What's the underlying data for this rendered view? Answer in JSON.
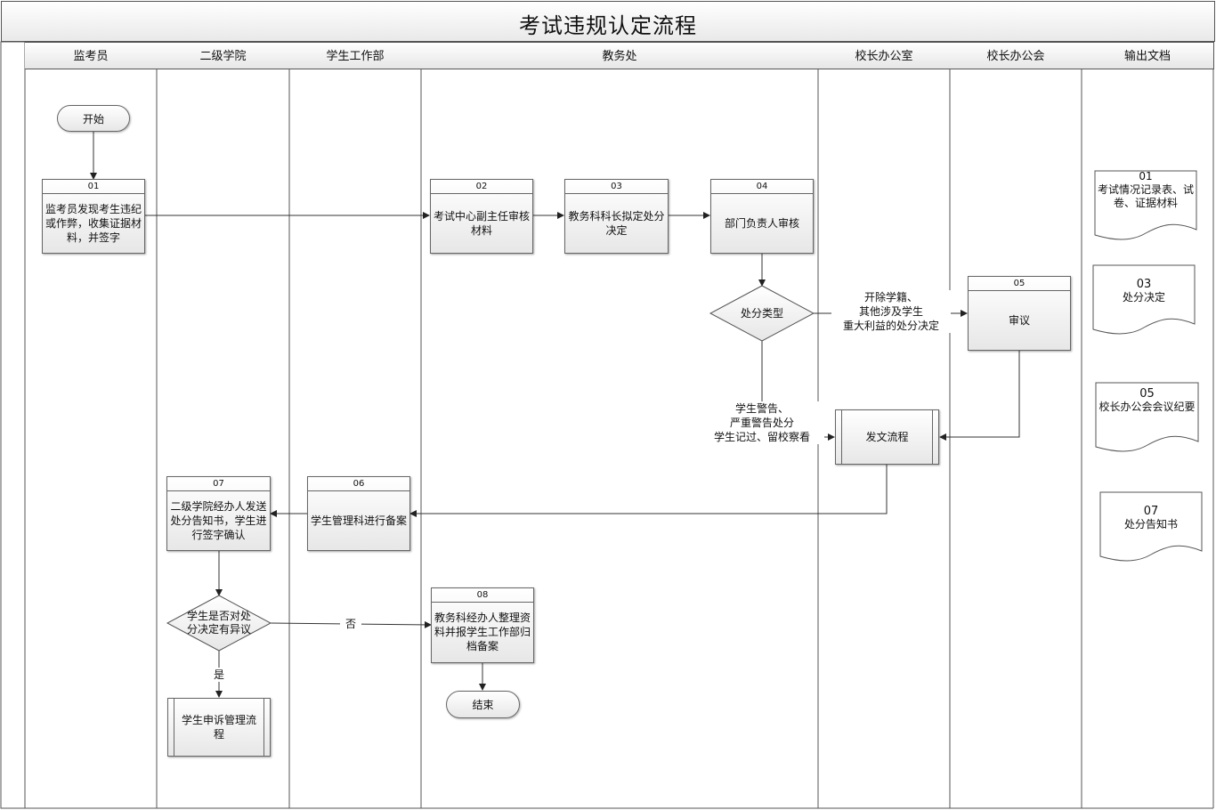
{
  "title": "考试违规认定流程",
  "lanes": [
    "监考员",
    "二级学院",
    "学生工作部",
    "教务处",
    "校长办公室",
    "校长办公会",
    "输出文档"
  ],
  "start_label": "开始",
  "end_label": "结束",
  "steps": {
    "s01": {
      "num": "01",
      "text": "监考员发现考生违纪或作弊，收集证据材料，并签字"
    },
    "s02": {
      "num": "02",
      "text": "考试中心副主任审核材料"
    },
    "s03": {
      "num": "03",
      "text": "教务科科长拟定处分决定"
    },
    "s04": {
      "num": "04",
      "text": "部门负责人审核"
    },
    "s05": {
      "num": "05",
      "text": "审议"
    },
    "s06": {
      "num": "06",
      "text": "学生管理科进行备案"
    },
    "s07": {
      "num": "07",
      "text": "二级学院经办人发送处分告知书，学生进行签字确认"
    },
    "s08": {
      "num": "08",
      "text": "教务科经办人整理资料并报学生工作部归档备案"
    }
  },
  "decisions": {
    "d1": "处分类型",
    "d2": "学生是否对处分决定有异议"
  },
  "subprocesses": {
    "p1": "发文流程",
    "p2": "学生申诉管理流程"
  },
  "edge_labels": {
    "expel": [
      "开除学籍、",
      "其他涉及学生",
      "重大利益的处分决定"
    ],
    "warn": [
      "学生警告、",
      "严重警告处分",
      "学生记过、留校察看"
    ],
    "no": "否",
    "yes": "是"
  },
  "documents": [
    {
      "num": "01",
      "text": "考试情况记录表、试卷、证据材料"
    },
    {
      "num": "03",
      "text": "处分决定"
    },
    {
      "num": "05",
      "text": "校长办公会会议纪要"
    },
    {
      "num": "07",
      "text": "处分告知书"
    }
  ]
}
